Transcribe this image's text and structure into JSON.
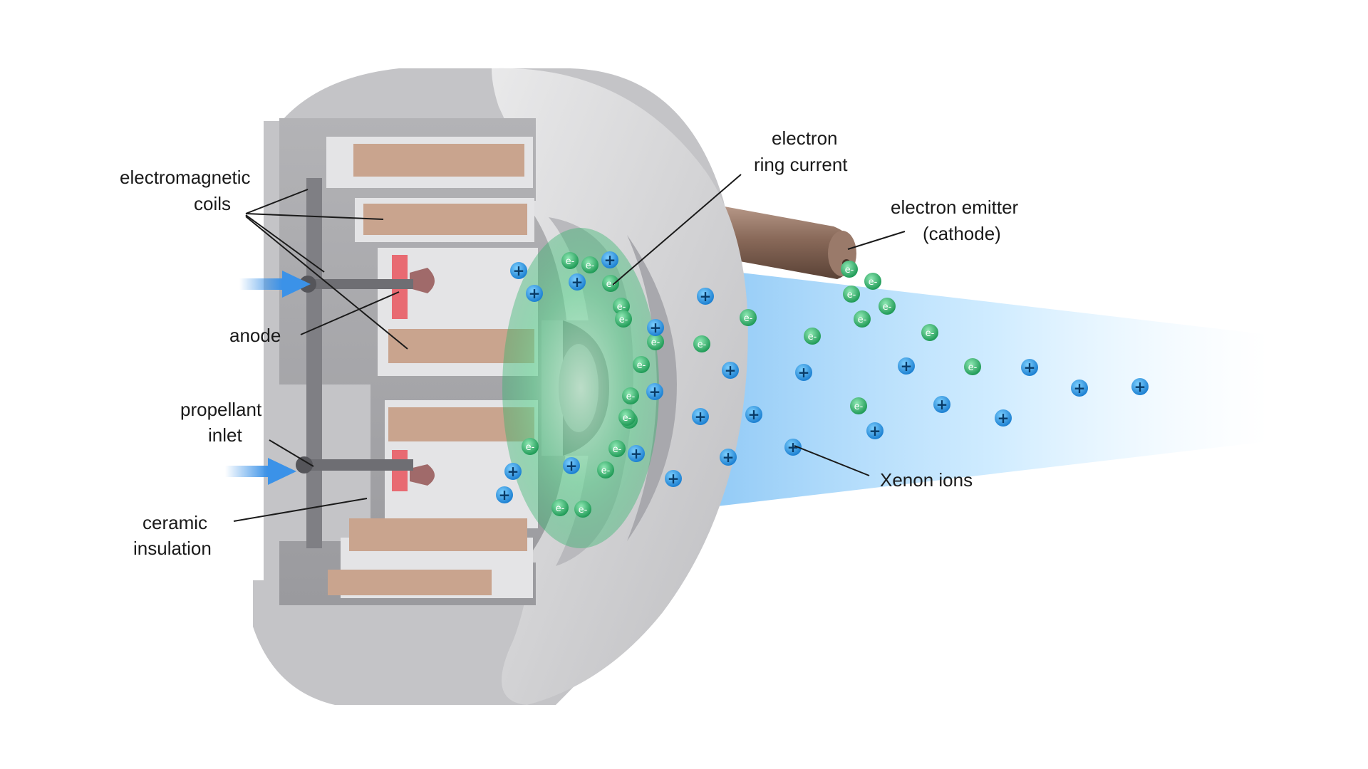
{
  "diagram": {
    "subject": "Hall effect thruster cross-section",
    "labels": {
      "electromagnetic_coils_1": "electromagnetic",
      "electromagnetic_coils_2": "coils",
      "anode": "anode",
      "propellant_inlet_1": "propellant",
      "propellant_inlet_2": "inlet",
      "ceramic_insulation_1": "ceramic",
      "ceramic_insulation_2": "insulation",
      "electron_ring_current_1": "electron",
      "electron_ring_current_2": "ring current",
      "electron_emitter_1": "electron emitter",
      "electron_emitter_2": "(cathode)",
      "xenon_ions": "Xenon ions"
    },
    "particle_symbols": {
      "electron": "e-",
      "ion": "+"
    },
    "colors": {
      "housing": "#c9c9cb",
      "housing_dark": "#8e8e92",
      "coil": "#c9a48e",
      "anode": "#e86a72",
      "plasma": "#41c77a",
      "ion": "#2a9ee8",
      "cathode": "#8a6a5a",
      "arrow": "#3b92e8",
      "plume": "#9fd4ff"
    }
  }
}
